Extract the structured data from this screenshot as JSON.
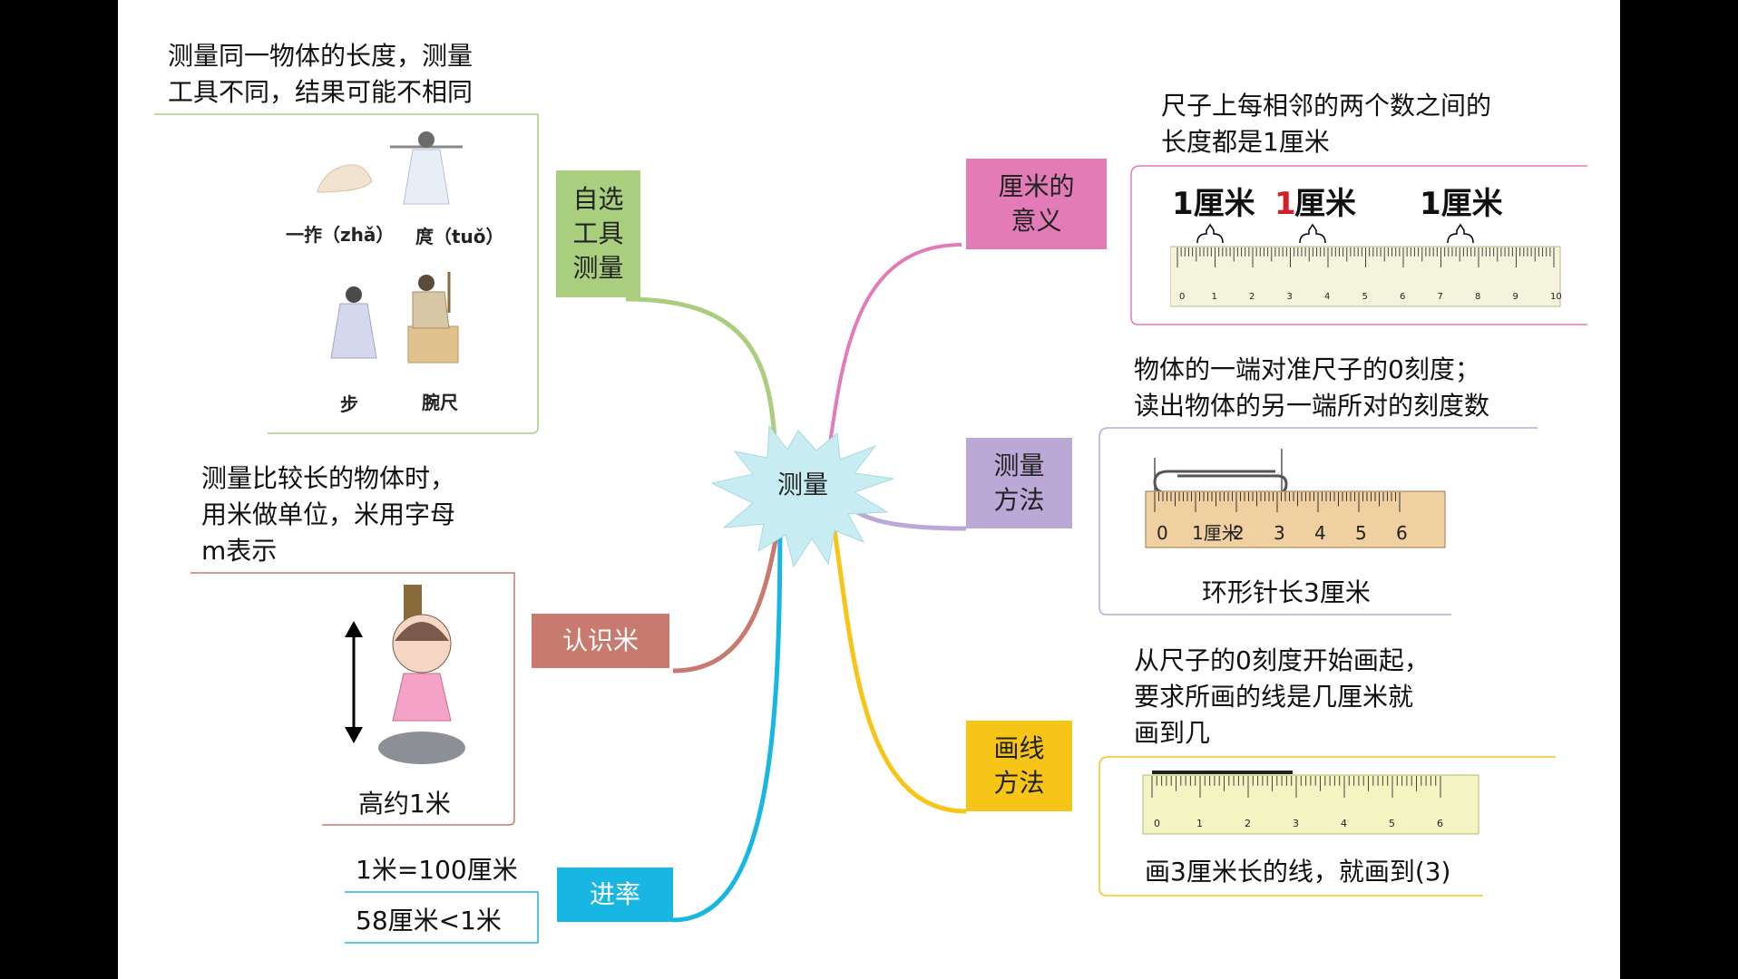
{
  "center": {
    "label": "测量"
  },
  "colors": {
    "green": "#a9cf7e",
    "pink": "#e27bb7",
    "lavender": "#bba8d6",
    "rust": "#c77a6d",
    "yellow": "#f7c418",
    "cyan": "#18b6e3",
    "center_fill": "#c7ecf2"
  },
  "left": {
    "custom_tools": {
      "node": "自选\n工具\n测量",
      "note": "测量同一物体的长度，测量\n工具不同，结果可能不相同",
      "items": [
        "一拃（zhǎ）",
        "庹（tuǒ）",
        "步",
        "腕尺"
      ]
    },
    "meter": {
      "node": "认识米",
      "note": "测量比较长的物体时，\n用米做单位，米用字母\nm表示",
      "caption": "高约1米"
    },
    "conversion": {
      "node": "进率",
      "line1": "1米=100厘米",
      "line2": "58厘米<1米"
    }
  },
  "right": {
    "cm_meaning": {
      "node": "厘米的\n意义",
      "note": "尺子上每相邻的两个数之间的\n长度都是1厘米",
      "labels": [
        "1厘米",
        "1",
        "厘米",
        "1厘米"
      ],
      "ruler_numbers": [
        "0",
        "1",
        "2",
        "3",
        "4",
        "5",
        "6",
        "7",
        "8",
        "9",
        "10"
      ]
    },
    "measure_method": {
      "node": "测量\n方法",
      "note": "物体的一端对准尺子的0刻度；\n读出物体的另一端所对的刻度数",
      "ruler_numbers": [
        "0",
        "1厘米",
        "2",
        "3",
        "4",
        "5",
        "6"
      ],
      "caption": "环形针长3厘米"
    },
    "draw_method": {
      "node": "画线\n方法",
      "note": "从尺子的0刻度开始画起，\n要求所画的线是几厘米就\n画到几",
      "ruler_numbers": [
        "0",
        "1",
        "2",
        "3",
        "4",
        "5",
        "6"
      ],
      "caption": "画3厘米长的线，就画到(3)"
    }
  }
}
